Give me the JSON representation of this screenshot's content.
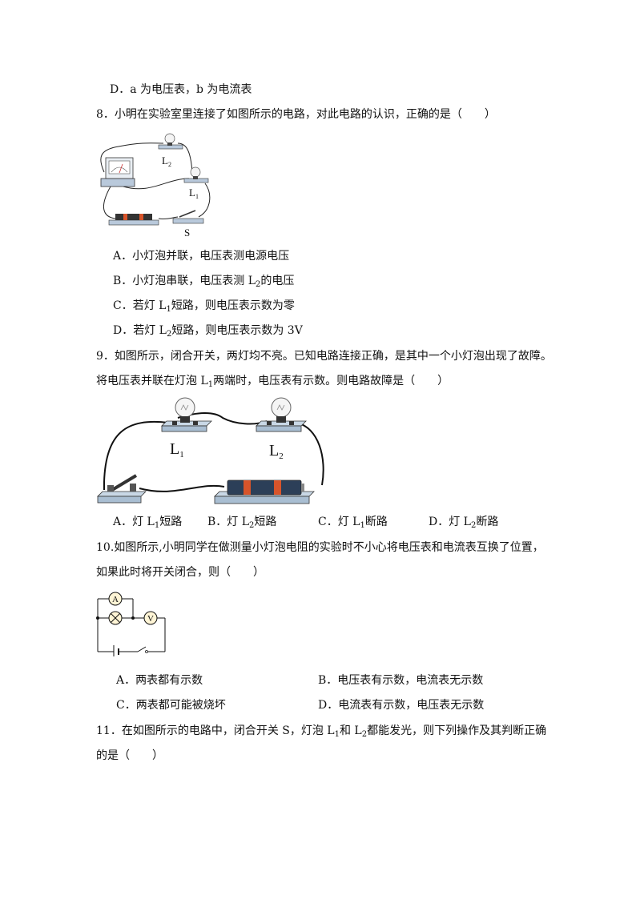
{
  "q7": {
    "optD": "D．a 为电压表，b 为电流表"
  },
  "q8": {
    "stem": "8．小明在实验室里连接了如图所示的电路，对此电路的认识，正确的是（　　）",
    "fig_labels": {
      "l2": "L",
      "l2_sub": "2",
      "l1": "L",
      "l1_sub": "1",
      "s": "S"
    },
    "options": {
      "a": "A．小灯泡并联，电压表测电源电压",
      "b_pre": "B．小灯泡串联，电压表测 L",
      "b_sub": "2",
      "b_post": "的电压",
      "c_pre": "C．若灯 L",
      "c_sub": "1",
      "c_post": "短路，则电压表示数为零",
      "d_pre": "D．若灯 L",
      "d_sub": "2",
      "d_post": "短路，则电压表示数为 3V"
    }
  },
  "q9": {
    "stem1": "9．如图所示，闭合开关，两灯均不亮。已知电路连接正确，是其中一个小灯泡出现了故障。",
    "stem2_pre": "将电压表并联在灯泡 L",
    "stem2_sub": "1",
    "stem2_post": "两端时，电压表有示数。则电路故障是（　　）",
    "fig_labels": {
      "l1": "L",
      "l1_sub": "1",
      "l2": "L",
      "l2_sub": "2"
    },
    "options": {
      "a_pre": "A．灯 L",
      "a_sub": "1",
      "a_post": "短路",
      "b_pre": "B．灯 L",
      "b_sub": "2",
      "b_post": "短路",
      "c_pre": "C．灯 L",
      "c_sub": "1",
      "c_post": "断路",
      "d_pre": "D．灯 L",
      "d_sub": "2",
      "d_post": "断路"
    }
  },
  "q10": {
    "stem1": "10.如图所示,小明同学在做测量小灯泡电阻的实验时不小心将电压表和电流表互换了位置，",
    "stem2": "如果此时将开关闭合，则（　　）",
    "fig_labels": {
      "ammeter": "A",
      "voltmeter": "V"
    },
    "options": {
      "a": "A．两表都有示数",
      "b": "B．电压表有示数，电流表无示数",
      "c": "C．两表都可能被烧坏",
      "d": "D．电流表有示数，电压表无示数"
    }
  },
  "q11": {
    "stem1_pre": "11．在如图所示的电路中，闭合开关 S，灯泡 L",
    "stem1_sub1": "1",
    "stem1_mid": "和 L",
    "stem1_sub2": "2",
    "stem1_post": "都能发光，则下列操作及其判断正确",
    "stem2": "的是（　　）"
  }
}
